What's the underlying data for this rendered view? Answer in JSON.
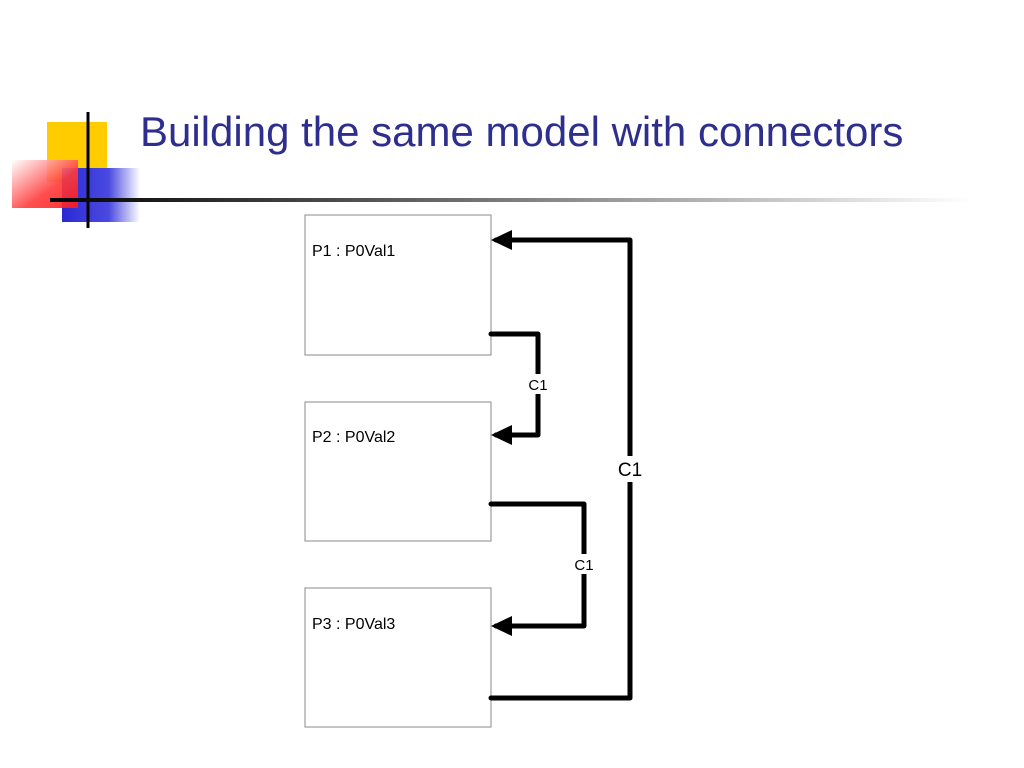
{
  "slide": {
    "title": "Building the same model with connectors"
  },
  "colors": {
    "title": "#2e2e8e",
    "accent_yellow": "#ffcc00",
    "accent_red": "#ff2a2a",
    "accent_blue": "#2a2ad6"
  },
  "parts": [
    {
      "label": "P1 : P0Val1"
    },
    {
      "label": "P2 : P0Val2"
    },
    {
      "label": "P3 : P0Val3"
    }
  ],
  "connectors": [
    {
      "label": "C1",
      "from": "P1",
      "to": "P2"
    },
    {
      "label": "C1",
      "from": "P2",
      "to": "P3"
    },
    {
      "label": "C1",
      "from": "P3",
      "to": "P1"
    }
  ]
}
